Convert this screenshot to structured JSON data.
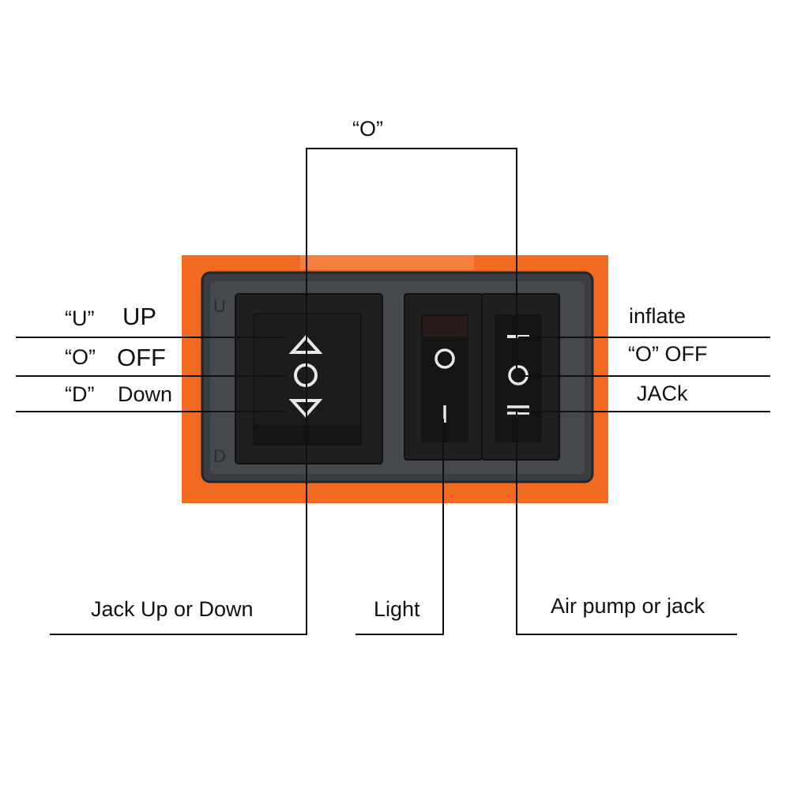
{
  "colors": {
    "panel_orange": "#f26a22",
    "panel_gray": "#3b3d40",
    "switch_black": "#141414",
    "symbol_white": "#e8e8e8",
    "line": "#111111"
  },
  "top_label": "“O”",
  "left_labels": [
    {
      "quote": "“U”",
      "word": "UP"
    },
    {
      "quote": "“O”",
      "word": "OFF"
    },
    {
      "quote": "“D”",
      "word": "Down"
    }
  ],
  "right_labels": {
    "inflate": "inflate",
    "off": "“O” OFF",
    "jack": "JACk"
  },
  "bottom_labels": {
    "jack_switch": "Jack Up or Down",
    "light_switch": "Light",
    "pump_switch": "Air pump or jack"
  },
  "switch_icons": {
    "jack_switch": [
      "triangle-up-icon",
      "circle-off-icon",
      "triangle-down-icon"
    ],
    "light_switch": [
      "circle-off-icon",
      "bar-on-icon"
    ],
    "pump_switch": [
      "bar-one-icon",
      "circle-off-icon",
      "double-bar-icon"
    ]
  }
}
